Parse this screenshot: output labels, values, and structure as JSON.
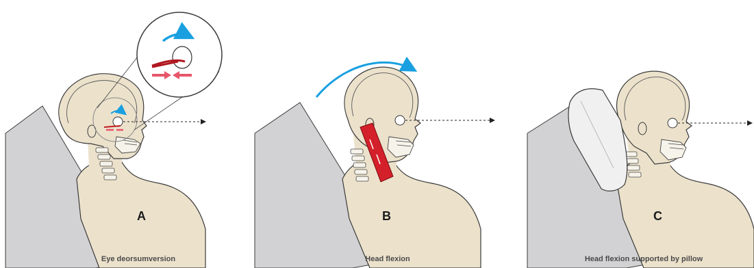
{
  "panels": [
    {
      "letter": "A",
      "caption": "Eye deorsumversion"
    },
    {
      "letter": "B",
      "caption": "Head flexion"
    },
    {
      "letter": "C",
      "caption": "Head flexion supported by pillow"
    }
  ],
  "colors": {
    "skin": "#ece2cc",
    "outline": "#3a3a3a",
    "bed": "#d2d2d4",
    "pillow": "#f0f0f0",
    "arrow_blue": "#1aa0e0",
    "arrow_red": "#e8556a",
    "muscle_red": "#d4202a"
  },
  "icons": [
    "rotation-arrow-icon",
    "gaze-line-icon",
    "force-arrow-icon"
  ]
}
